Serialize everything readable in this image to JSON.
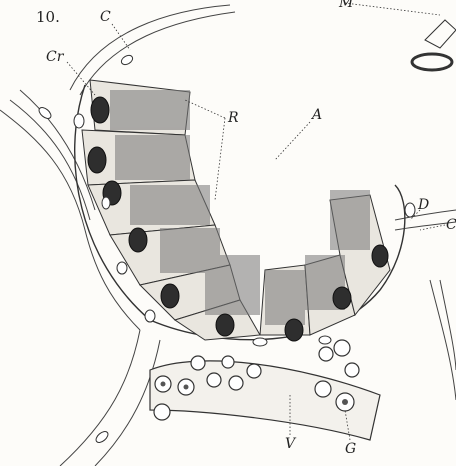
{
  "figure": {
    "number": "10.",
    "labels": {
      "M": "M",
      "C_top": "C",
      "Cr": "Cr",
      "R": "R",
      "A": "A",
      "D": "D",
      "C_right": "C",
      "V": "V",
      "G": "G"
    }
  },
  "colors": {
    "paper": "#fdfcf9",
    "ink": "#222222",
    "nucleus": "#2e2e2e",
    "granule": "#555555"
  }
}
